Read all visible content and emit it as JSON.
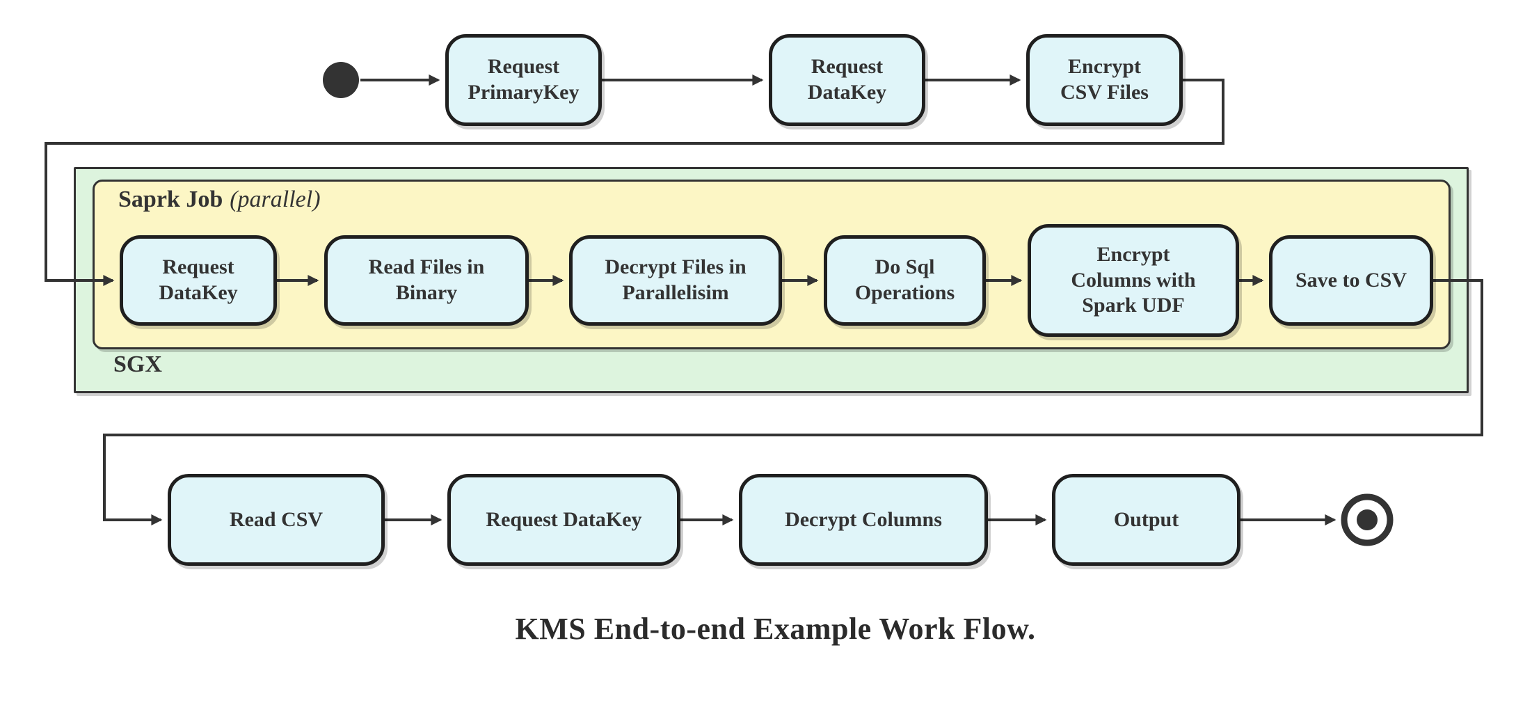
{
  "diagram": {
    "caption": "KMS End-to-end Example Work Flow.",
    "start_row": {
      "nodes": [
        {
          "label": "Request\nPrimaryKey"
        },
        {
          "label": "Request\nDataKey"
        },
        {
          "label": "Encrypt\nCSV Files"
        }
      ]
    },
    "sgx_container": {
      "label": "SGX",
      "spark_job_container": {
        "label": "Saprk Job",
        "qualifier": "(parallel)",
        "nodes": [
          {
            "label": "Request\nDataKey"
          },
          {
            "label": "Read Files in\nBinary"
          },
          {
            "label": "Decrypt Files in\nParallelisim"
          },
          {
            "label": "Do Sql\nOperations"
          },
          {
            "label": "Encrypt\nColumns with\nSpark UDF"
          },
          {
            "label": "Save to CSV"
          }
        ]
      }
    },
    "output_row": {
      "nodes": [
        {
          "label": "Read CSV"
        },
        {
          "label": "Request DataKey"
        },
        {
          "label": "Decrypt Columns"
        },
        {
          "label": "Output"
        }
      ]
    },
    "colors": {
      "node_fill": "#e0f5f9",
      "spark_container_fill": "#fcf6c5",
      "sgx_container_fill": "#ddf4de",
      "line": "#333333"
    }
  }
}
